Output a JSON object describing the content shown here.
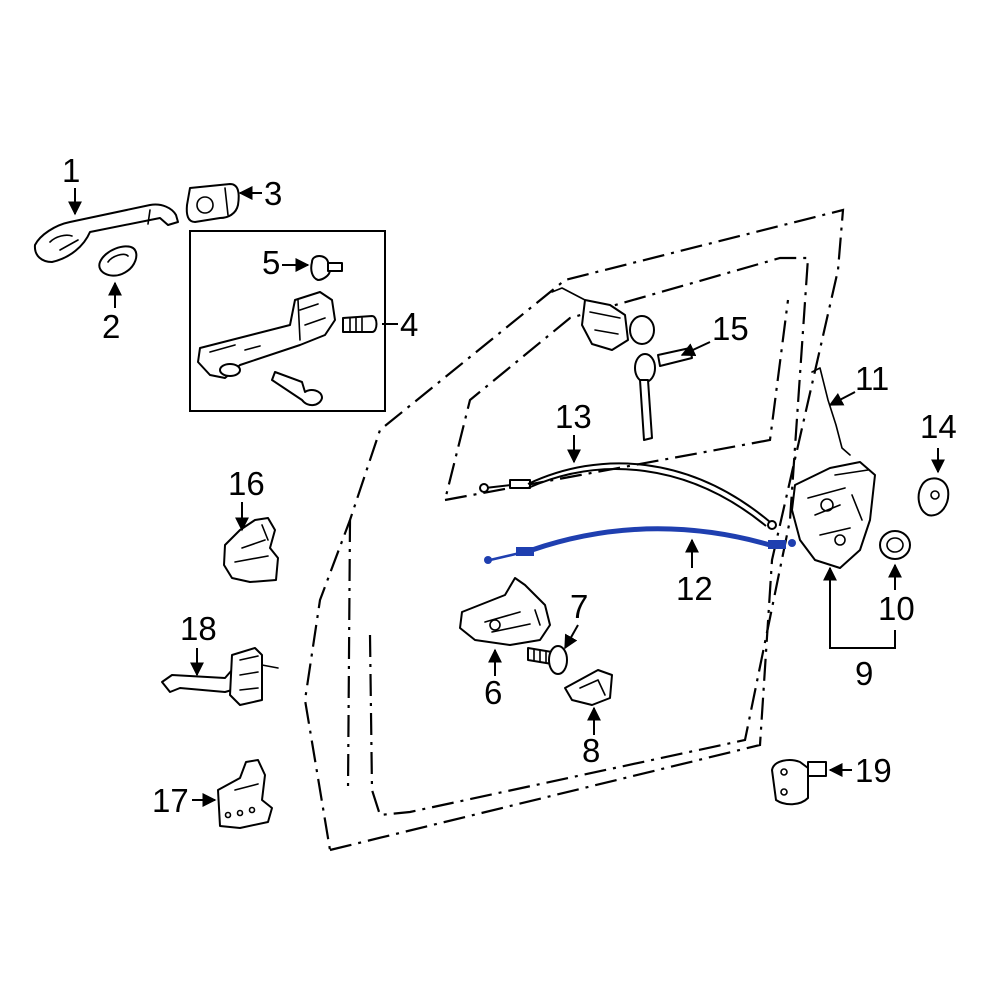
{
  "diagram": {
    "highlight_color": "#1f3fb0",
    "callouts": [
      {
        "id": "1",
        "label": "1"
      },
      {
        "id": "2",
        "label": "2"
      },
      {
        "id": "3",
        "label": "3"
      },
      {
        "id": "4",
        "label": "4"
      },
      {
        "id": "5",
        "label": "5"
      },
      {
        "id": "6",
        "label": "6"
      },
      {
        "id": "7",
        "label": "7"
      },
      {
        "id": "8",
        "label": "8"
      },
      {
        "id": "9",
        "label": "9"
      },
      {
        "id": "10",
        "label": "10"
      },
      {
        "id": "11",
        "label": "11"
      },
      {
        "id": "12",
        "label": "12"
      },
      {
        "id": "13",
        "label": "13"
      },
      {
        "id": "14",
        "label": "14"
      },
      {
        "id": "15",
        "label": "15"
      },
      {
        "id": "16",
        "label": "16"
      },
      {
        "id": "17",
        "label": "17"
      },
      {
        "id": "18",
        "label": "18"
      },
      {
        "id": "19",
        "label": "19"
      }
    ]
  }
}
